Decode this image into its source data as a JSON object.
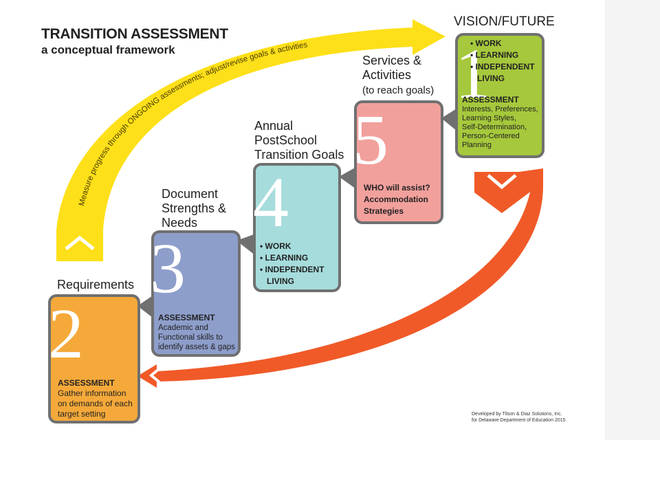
{
  "title": "TRANSITION ASSESSMENT",
  "subtitle": "a conceptual framework",
  "arc_text": "Measure progress through ONGOING assessments; adjust/revise goals & activities",
  "steps": {
    "s1": {
      "number": "1",
      "label": "VISION/FUTURE",
      "items": [
        "• WORK",
        "• LEARNING",
        "• INDEPENDENT",
        "LIVING"
      ],
      "assessment_title": "ASSESSMENT",
      "assessment_lines": [
        "Interests, Preferences,",
        "Learning Styles,",
        "Self-Determination,",
        "Person-Centered",
        "Planning"
      ],
      "color": "#a6c83c"
    },
    "s2": {
      "number": "2",
      "label": "Requirements",
      "assessment_title": "ASSESSMENT",
      "assessment_lines": [
        "Gather information",
        "on demands of  each",
        "target setting"
      ],
      "color": "#f5a93a"
    },
    "s3": {
      "number": "3",
      "label_lines": [
        "Document",
        "Strengths &",
        "Needs"
      ],
      "assessment_title": "ASSESSMENT",
      "assessment_lines": [
        "Academic and",
        "Functional skills to",
        "identify assets & gaps"
      ],
      "color": "#8e9ecb"
    },
    "s4": {
      "number": "4",
      "label_lines": [
        "Annual",
        "PostSchool",
        "Transition Goals"
      ],
      "items": [
        "• WORK",
        "• LEARNING",
        "• INDEPENDENT",
        "LIVING"
      ],
      "color": "#a6dcdc"
    },
    "s5": {
      "number": "5",
      "label_lines": [
        "Services &",
        "Activities"
      ],
      "label_sub": "(to reach goals)",
      "body_lines": [
        "WHO will assist?",
        "Accommodation",
        "Strategies"
      ],
      "color": "#f2a09c"
    }
  },
  "credit_lines": [
    "Developed by Tilson & Diaz Solutions, Inc.",
    "for Delaware Department of Education 2015"
  ],
  "colors": {
    "yellow_arrow": "#fde019",
    "red_arrow": "#f05a28",
    "border": "#707070"
  }
}
